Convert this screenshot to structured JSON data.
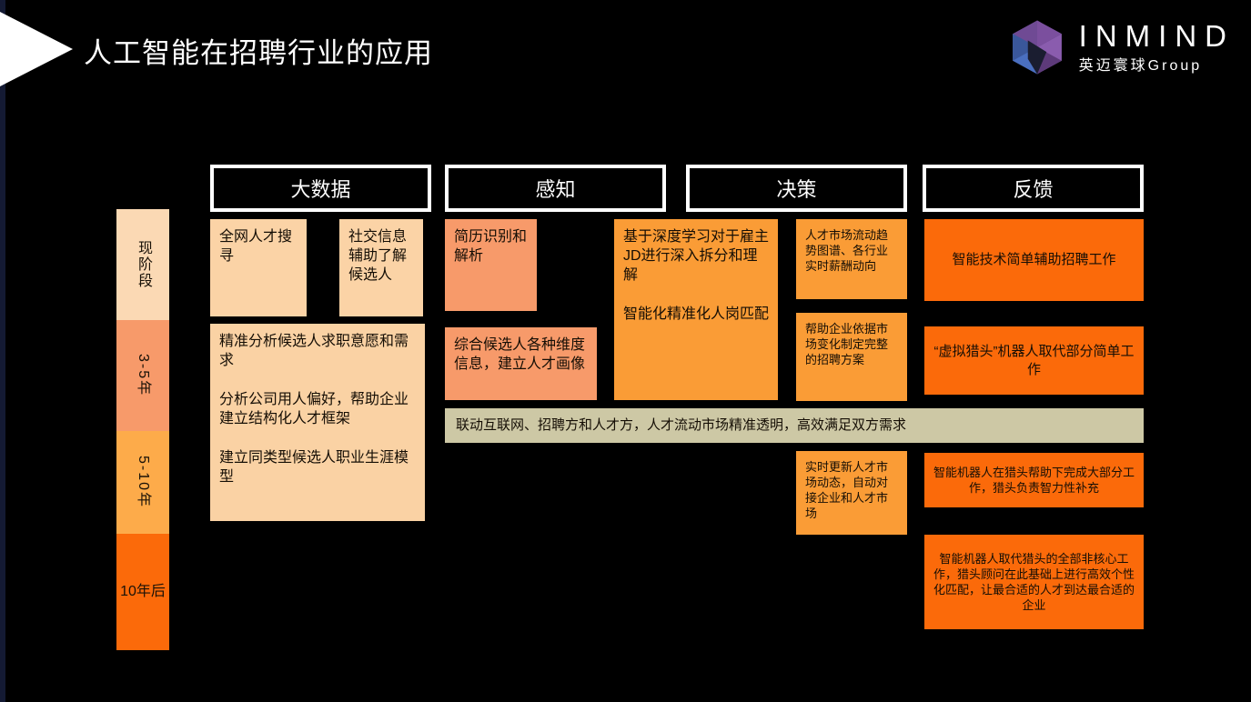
{
  "slide": {
    "title": "人工智能在招聘行业的应用",
    "background_color": "#000000",
    "accent_edge_color": "#141a33"
  },
  "logo": {
    "mark_name": "inmind-hexagon-logo-icon",
    "name": "INMIND",
    "subtitle": "英迈寰球Group",
    "colors": {
      "blue": "#4a6fc0",
      "blue_dark": "#3a579b",
      "purple": "#7b4f9e",
      "purple_light": "#9a6bbd",
      "purple_dark": "#5d3a7a"
    }
  },
  "columns": [
    {
      "label": "大数据"
    },
    {
      "label": "感知"
    },
    {
      "label": "决策"
    },
    {
      "label": "反馈"
    }
  ],
  "timeline": [
    {
      "label": "现阶段",
      "color": "#fbd9b4",
      "orientation": "vertical"
    },
    {
      "label": "3-5年",
      "color": "#f79a6a",
      "orientation": "vertical"
    },
    {
      "label": "5-10年",
      "color": "#fdab4a",
      "orientation": "vertical"
    },
    {
      "label": "10年后",
      "color": "#fb6a0a",
      "orientation": "horizontal"
    }
  ],
  "cards": {
    "bigdata_now_1": "全网人才搜寻",
    "bigdata_now_2": "社交信息辅助了解候选人",
    "bigdata_mid_p1": "精准分析候选人求职意愿和需求",
    "bigdata_mid_p2": "分析公司用人偏好，帮助企业建立结构化人才框架",
    "bigdata_mid_p3": "建立同类型候选人职业生涯模型",
    "perception_now": "简历识别和解析",
    "perception_mid": "综合候选人各种维度信息，建立人才画像",
    "perception_tall_p1": "基于深度学习对于雇主JD进行深入拆分和理解",
    "perception_tall_p2": "智能化精准化人岗匹配",
    "decision_now": "人才市场流动趋势图谱、各行业实时薪酬动向",
    "decision_mid": "帮助企业依据市场变化制定完整的招聘方案",
    "decision_late": "实时更新人才市场动态，自动对接企业和人才市场",
    "feedback_now": "智能技术简单辅助招聘工作",
    "feedback_mid": "“虚拟猎头”机器人取代部分简单工作",
    "feedback_late": "智能机器人在猎头帮助下完成大部分工作，猎头负责智力性补充",
    "feedback_final": "智能机器人取代猎头的全部非核心工作，猎头顾问在此基础上进行高效个性化匹配，让最合适的人才到达最合适的企业",
    "banner": "联动互联网、招聘方和人才方，人才流动市场精准透明，高效满足双方需求"
  }
}
